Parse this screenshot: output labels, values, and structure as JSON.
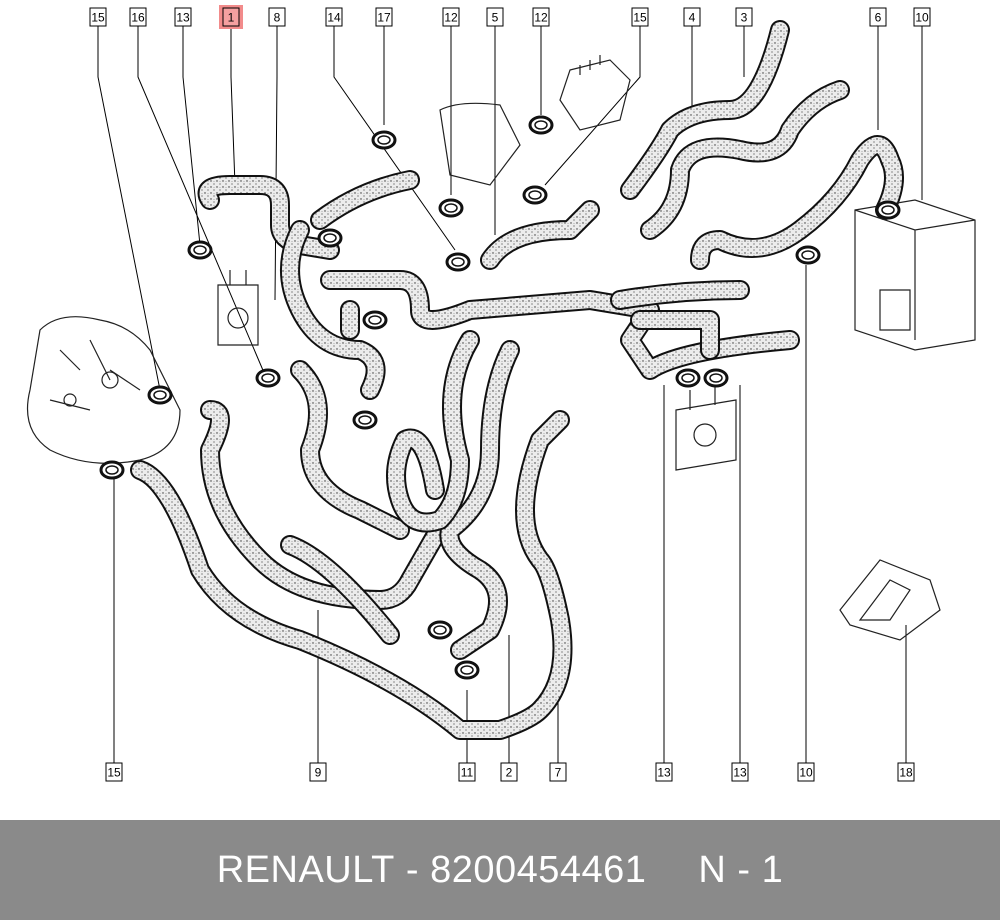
{
  "diagram": {
    "highlight_color": "#f28b8b",
    "top_callouts": [
      "15",
      "16",
      "13",
      "1",
      "8",
      "14",
      "17",
      "12",
      "5",
      "12",
      "15",
      "4",
      "3",
      "6",
      "10"
    ],
    "bottom_callouts": [
      "15",
      "9",
      "11",
      "2",
      "7",
      "13",
      "13",
      "10",
      "18"
    ],
    "highlighted_callout": "1"
  },
  "footer": {
    "brand": "RENAULT",
    "separator": "-",
    "part_number": "8200454461",
    "position_label": "N - 1"
  }
}
